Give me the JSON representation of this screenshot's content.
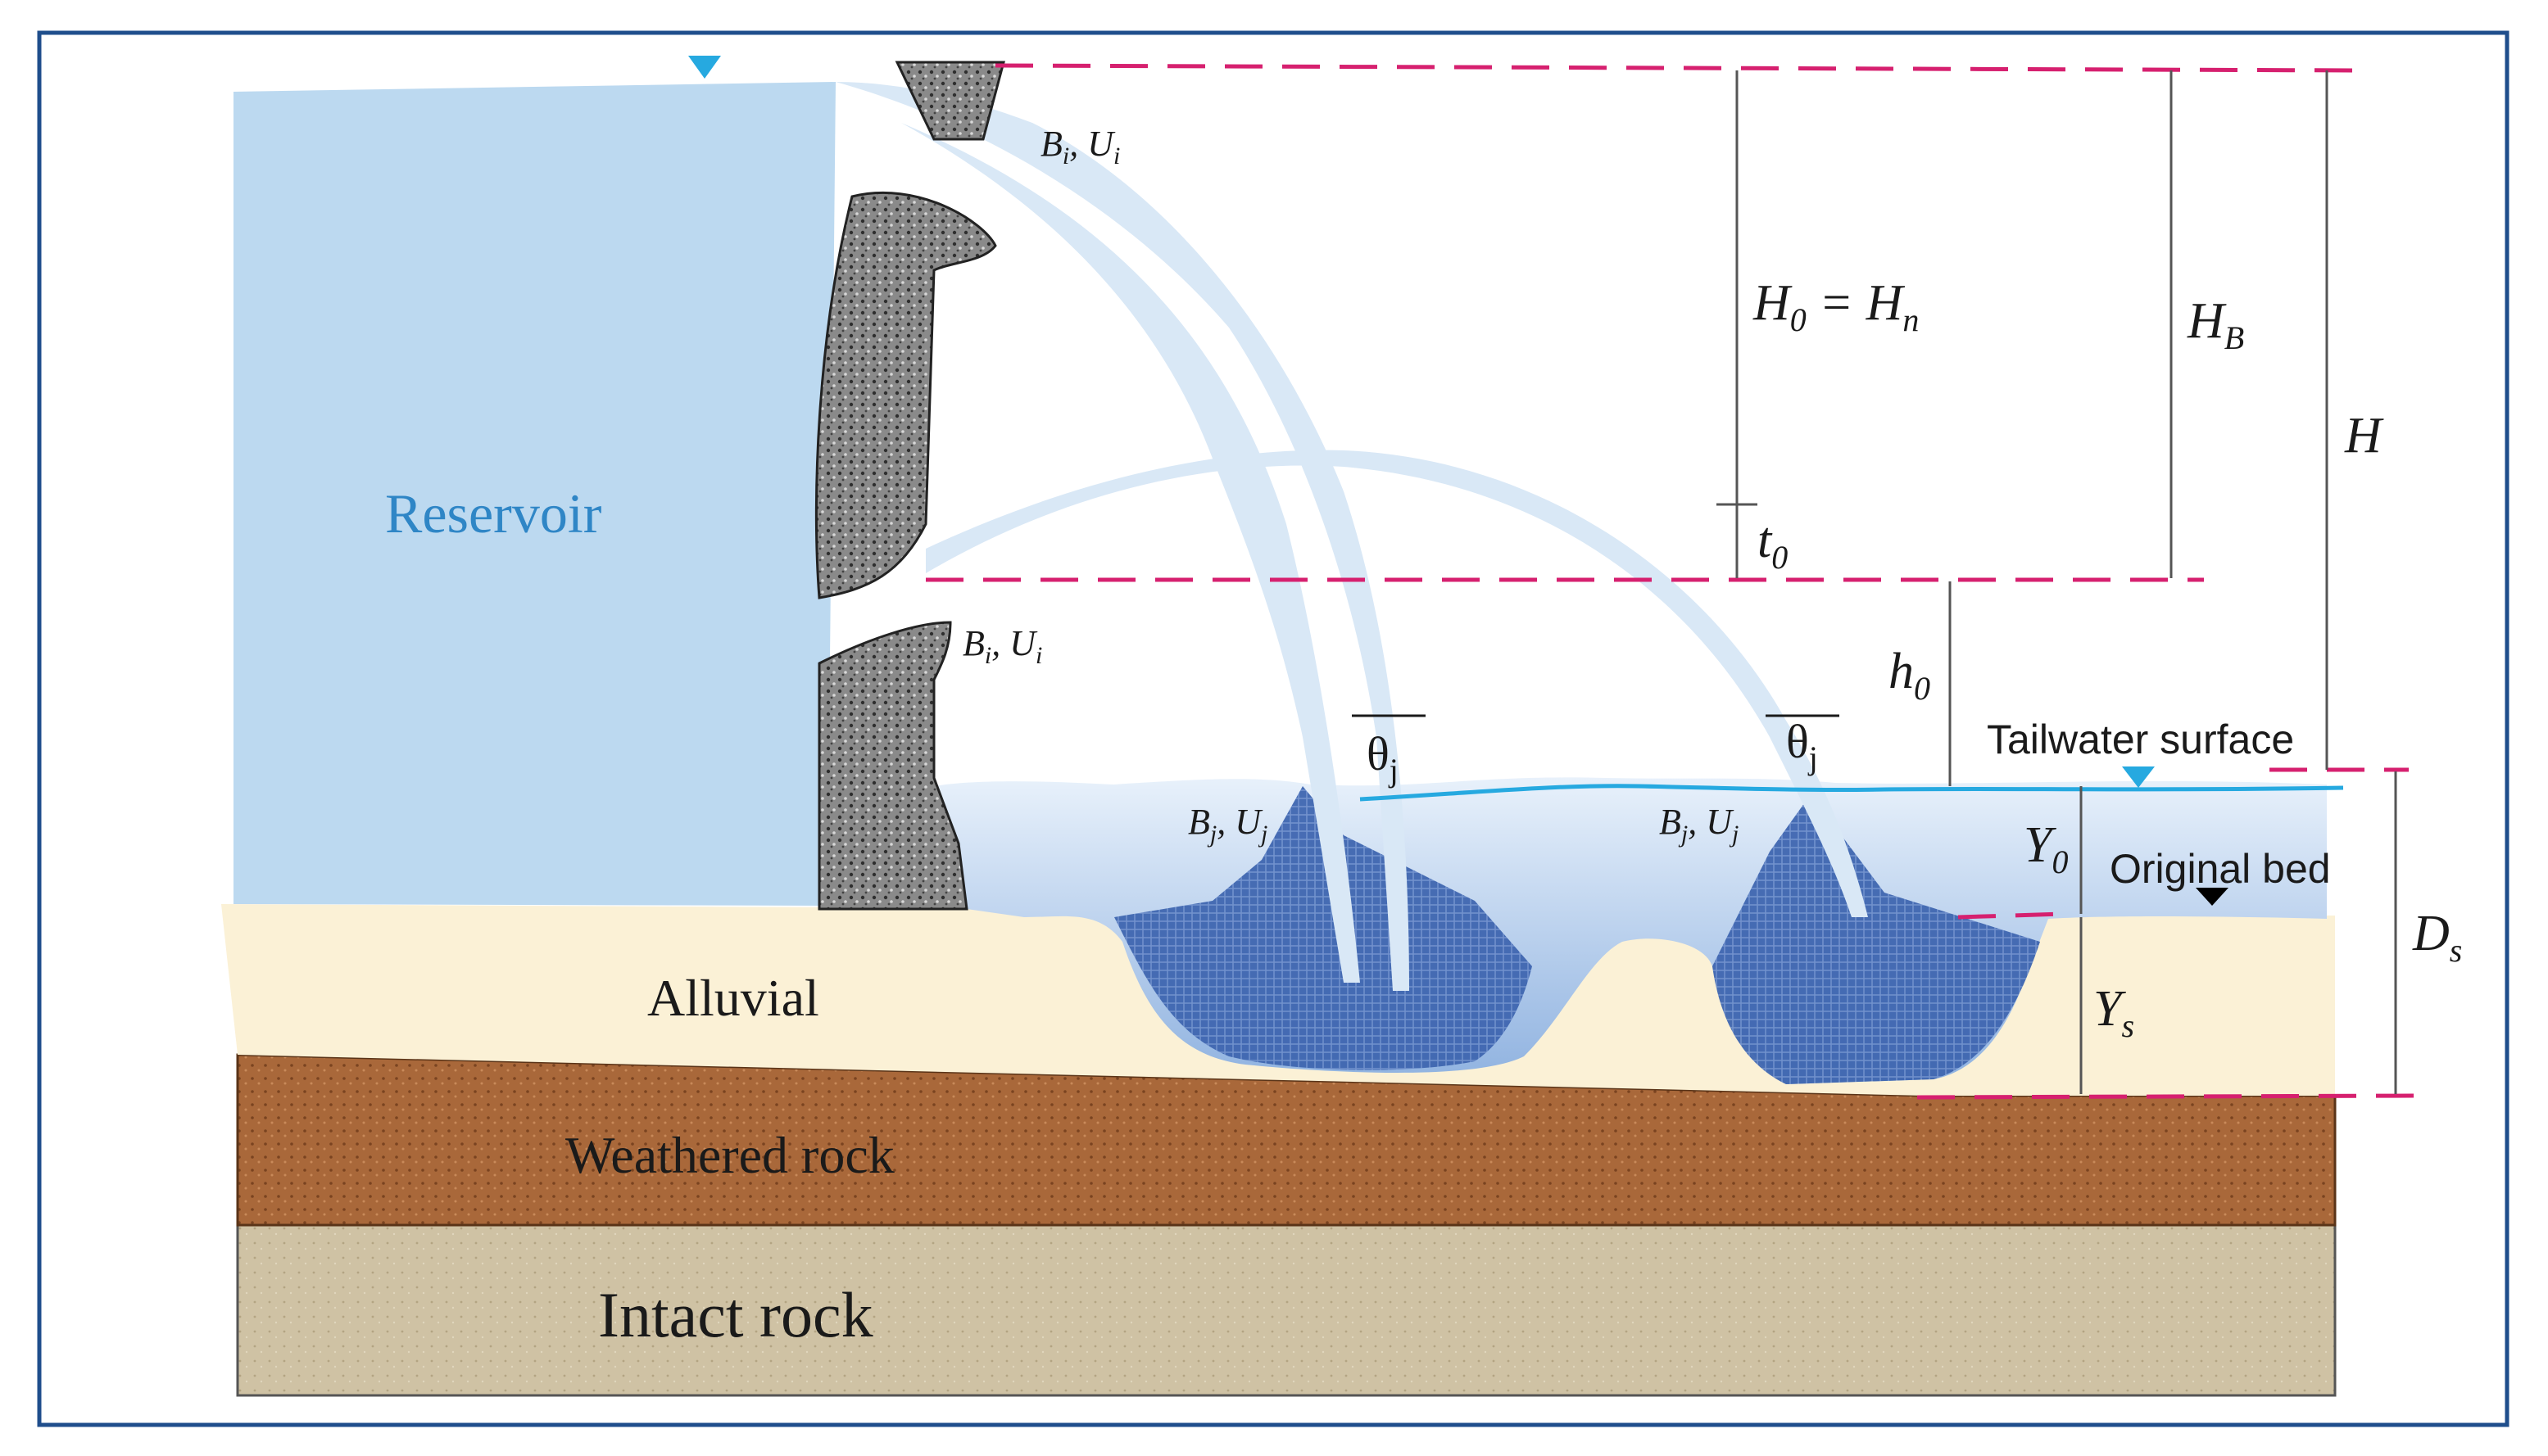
{
  "layers": {
    "reservoir": "Reservoir",
    "alluvial": "Alluvial",
    "weathered_rock": "Weathered rock",
    "intact_rock": "Intact rock"
  },
  "surfaces": {
    "tailwater": "Tailwater surface",
    "original_bed": "Original bed"
  },
  "jet_labels": {
    "upper_outlet": "B",
    "upper_outlet_sub": "i",
    "upper_outlet_u": "U",
    "upper_outlet_u_sub": "i",
    "lower_outlet": "B",
    "lower_outlet_sub": "i",
    "lower_outlet_u": "U",
    "lower_outlet_u_sub": "i",
    "impact_left": "B",
    "impact_left_sub": "j",
    "impact_left_u": "U",
    "impact_left_u_sub": "j",
    "impact_right": "B",
    "impact_right_sub": "j",
    "impact_right_u": "U",
    "impact_right_u_sub": "j",
    "angle_left": "θ",
    "angle_left_sub": "j",
    "angle_right": "θ",
    "angle_right_sub": "j"
  },
  "dimensions": {
    "H0_Hn": "H",
    "H0_sub": "0",
    "Hn_eq": " = H",
    "Hn_sub": "n",
    "t0": "t",
    "t0_sub": "0",
    "HB": "H",
    "HB_sub": "B",
    "H": "H",
    "h0": "h",
    "h0_sub": "0",
    "Y0": "Y",
    "Y0_sub": "0",
    "Ys": "Y",
    "Ys_sub": "s",
    "Ds": "D",
    "Ds_sub": "s"
  },
  "colors": {
    "water": "#bcd9f0",
    "jet": "#d9e8f6",
    "concrete": "#7d7d7d",
    "alluvial": "#fbf1d6",
    "weathered_rock": "#a9683a",
    "intact_rock": "#cfc2a4",
    "scour_hole": "#3f66b0",
    "tailwater_line": "#26a9e0",
    "dashed": "#d6206f",
    "frame": "#1f4e8c",
    "label_blue": "#2f86c6"
  }
}
